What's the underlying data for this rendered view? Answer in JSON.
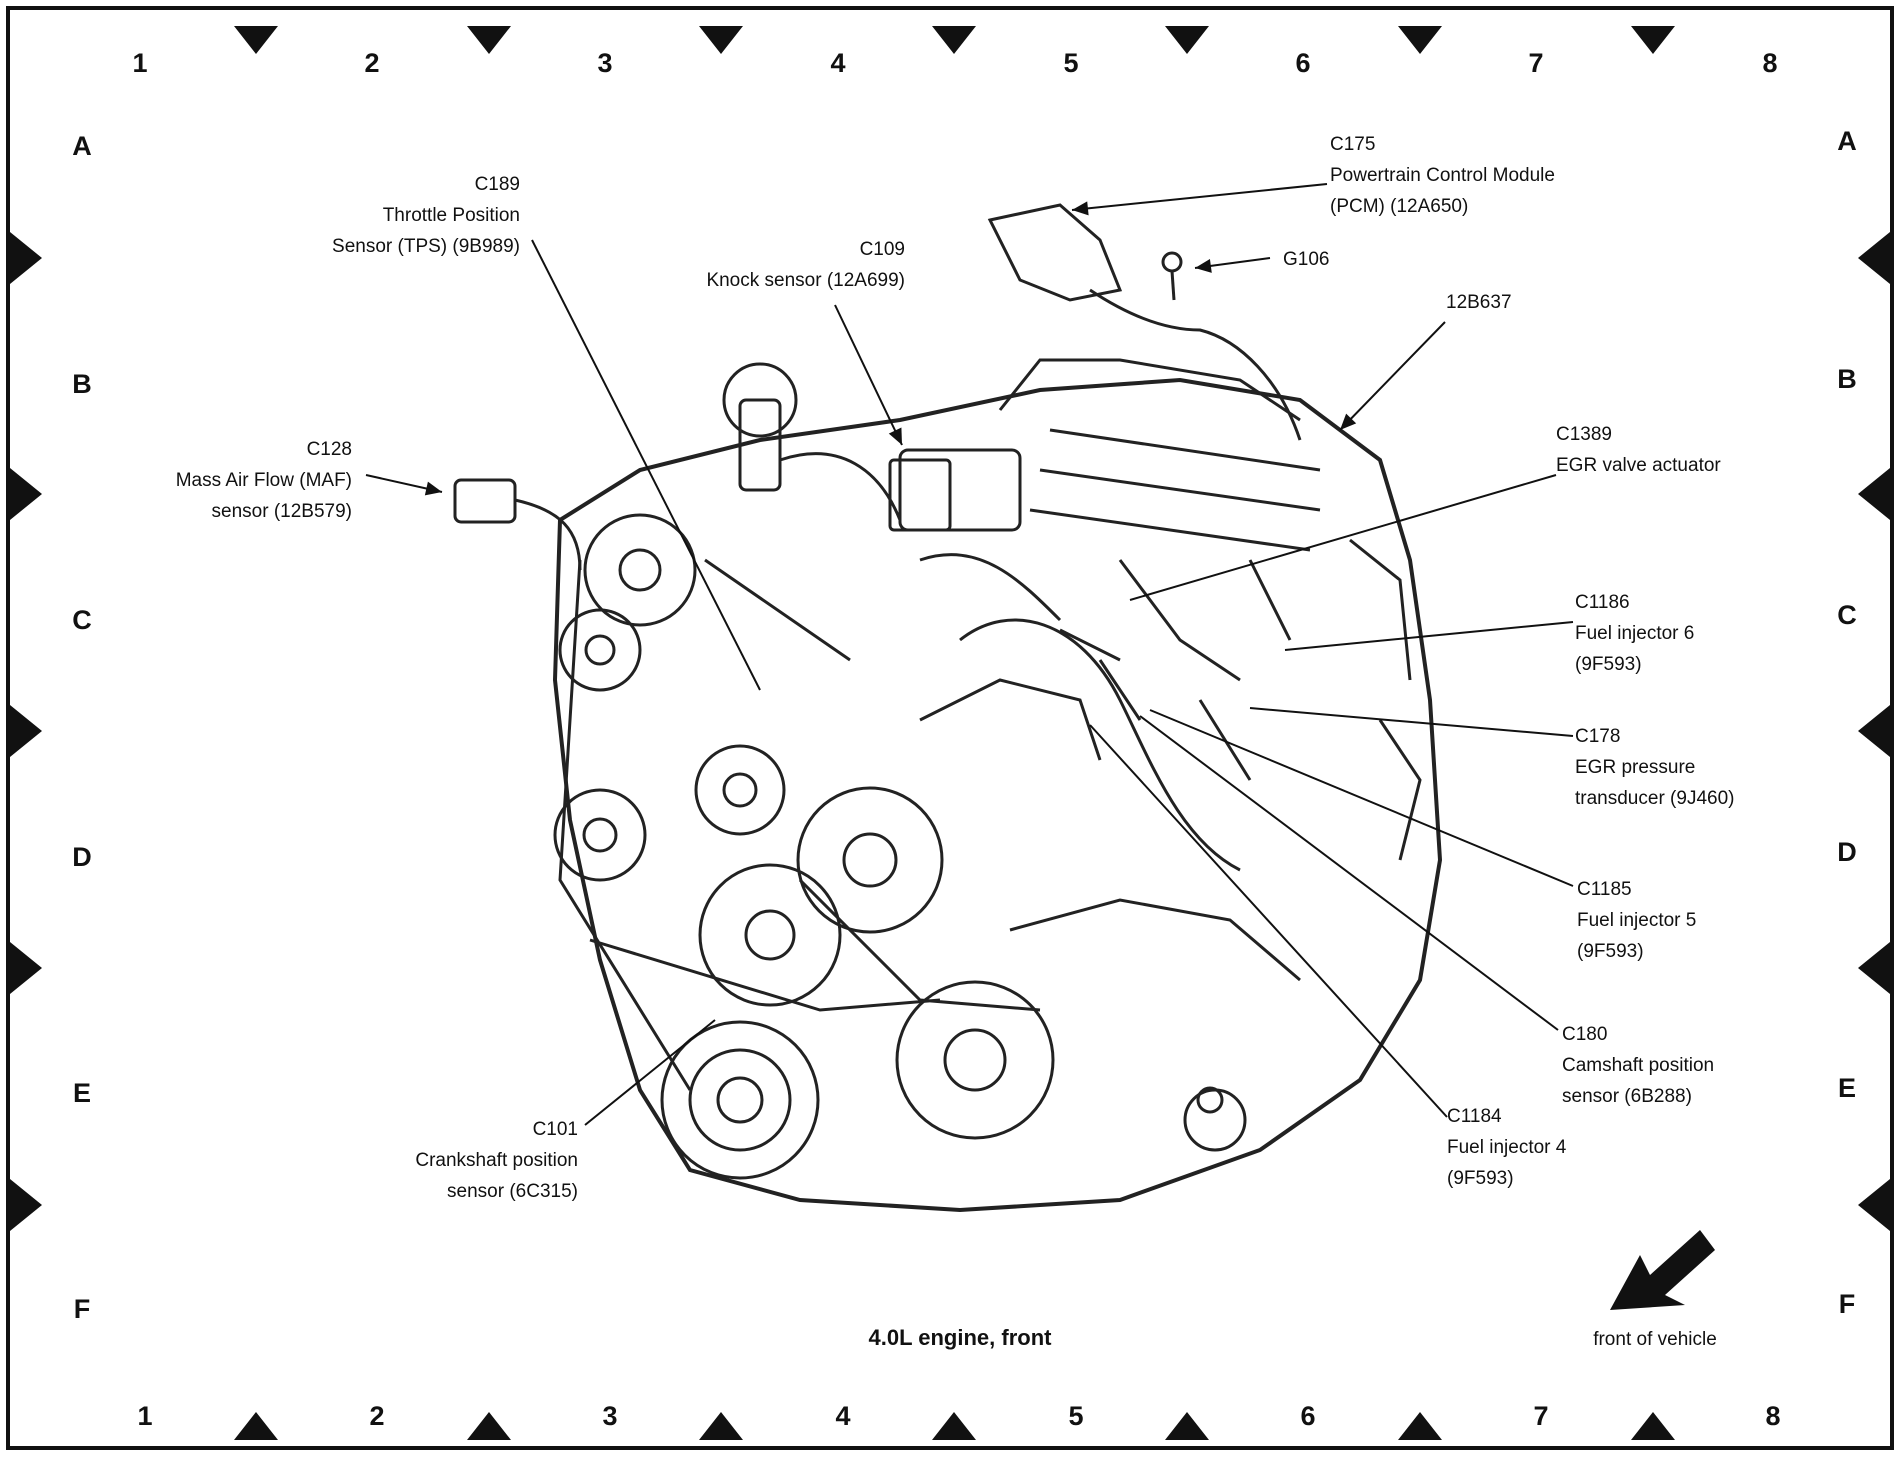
{
  "grid": {
    "columns": [
      "1",
      "2",
      "3",
      "4",
      "5",
      "6",
      "7",
      "8"
    ],
    "rows": [
      "A",
      "B",
      "C",
      "D",
      "E",
      "F"
    ]
  },
  "callouts": [
    {
      "id": "c175",
      "lines": [
        "C175",
        "Powertrain Control Module",
        "(PCM) (12A650)"
      ]
    },
    {
      "id": "c189",
      "lines": [
        "C189",
        "Throttle Position",
        "Sensor (TPS) (9B989)"
      ]
    },
    {
      "id": "c109",
      "lines": [
        "C109",
        "Knock sensor (12A699)"
      ]
    },
    {
      "id": "g106",
      "lines": [
        "G106"
      ]
    },
    {
      "id": "12b637",
      "lines": [
        "12B637"
      ]
    },
    {
      "id": "c128",
      "lines": [
        "C128",
        "Mass Air Flow (MAF)",
        "sensor (12B579)"
      ]
    },
    {
      "id": "c1389",
      "lines": [
        "C1389",
        "EGR valve actuator"
      ]
    },
    {
      "id": "c1186",
      "lines": [
        "C1186",
        "Fuel injector 6",
        "(9F593)"
      ]
    },
    {
      "id": "c178",
      "lines": [
        "C178",
        "EGR pressure",
        "transducer (9J460)"
      ]
    },
    {
      "id": "c1185",
      "lines": [
        "C1185",
        "Fuel injector 5",
        "(9F593)"
      ]
    },
    {
      "id": "c180",
      "lines": [
        "C180",
        "Camshaft position",
        "sensor (6B288)"
      ]
    },
    {
      "id": "c1184",
      "lines": [
        "C1184",
        "Fuel injector 4",
        "(9F593)"
      ]
    },
    {
      "id": "c101",
      "lines": [
        "C101",
        "Crankshaft position",
        "sensor (6C315)"
      ]
    }
  ],
  "caption": "4.0L engine, front",
  "front_label": "front of vehicle"
}
